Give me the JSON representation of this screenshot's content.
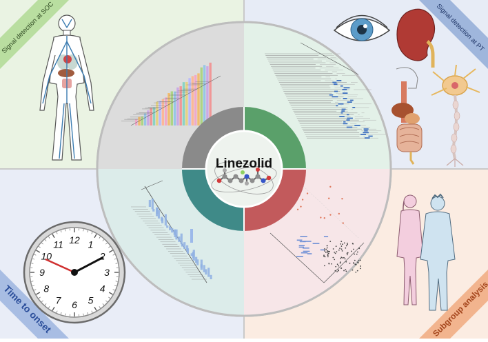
{
  "center": {
    "label": "Linezolid"
  },
  "quadrants": {
    "top_left": {
      "label": "Signal detection at SOC",
      "bg": "#eaf3e3",
      "ribbon": "#b9dea0"
    },
    "top_right": {
      "label": "Signal detection at PT",
      "bg": "#e7ecf6",
      "ribbon": "#9fb6dc"
    },
    "bottom_left": {
      "label": "Time to onset",
      "bg": "#e9edf7",
      "ribbon": "#a8bde3"
    },
    "bottom_right": {
      "label": "Subgroup analysis",
      "bg": "#fbece2",
      "ribbon": "#f2b48e"
    }
  },
  "ring_colors": {
    "top_left": "#8a8a8a",
    "top_right": "#5aa06a",
    "bottom_left": "#3f8a88",
    "bottom_right": "#c25a5c"
  },
  "clock": {
    "numbers": [
      "12",
      "1",
      "2",
      "3",
      "4",
      "5",
      "6",
      "7",
      "8",
      "9",
      "10",
      "11"
    ]
  }
}
